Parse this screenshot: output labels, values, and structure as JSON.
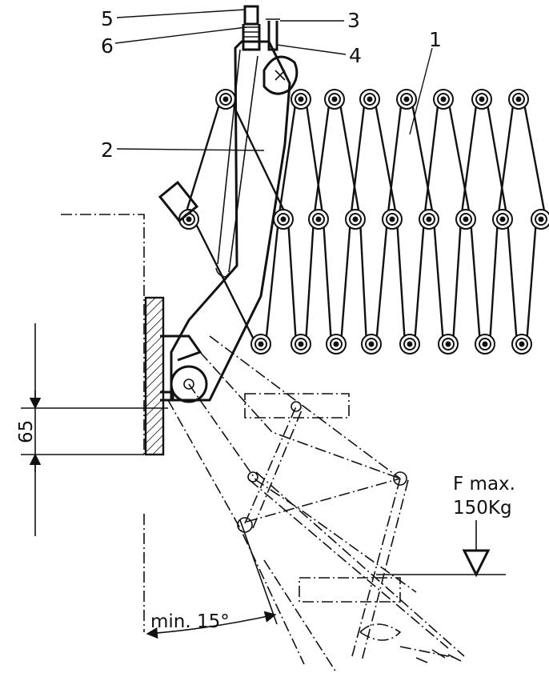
{
  "callouts": {
    "c1": "1",
    "c2": "2",
    "c3": "3",
    "c4": "4",
    "c5": "5",
    "c6": "6"
  },
  "dimension": {
    "value": "65"
  },
  "angle": {
    "text": "min. 15°"
  },
  "load": {
    "line1": "F max.",
    "line2": "150Kg"
  },
  "colors": {
    "ink": "#111111",
    "paper": "#ffffff"
  }
}
